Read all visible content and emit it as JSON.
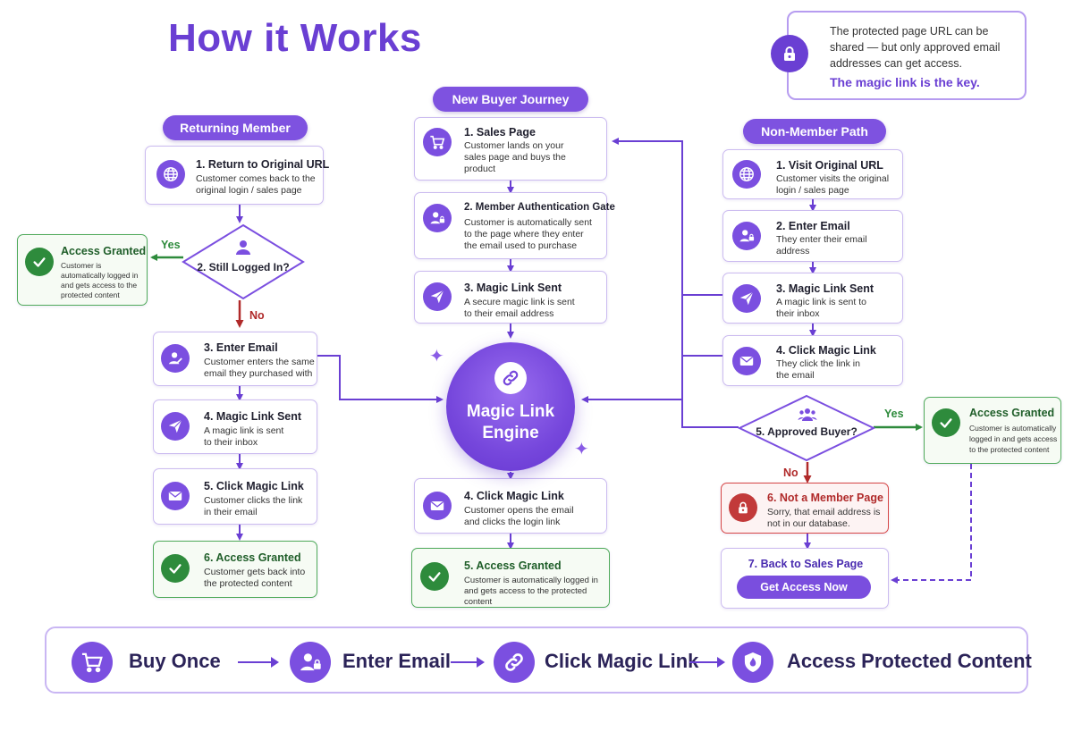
{
  "title": "How it Works",
  "info_box": {
    "text": "The protected page URL can be shared — but only approved email addresses can get access.",
    "emphasis": "The magic link is the key.",
    "icon": "lock-icon"
  },
  "colors": {
    "brand_purple": "#6a3fd3",
    "granted_green": "#2e8b3c",
    "denied_red": "#c23a3a"
  },
  "returning": {
    "header": "Returning Member",
    "step1": {
      "title": "1. Return to Original URL",
      "desc": "Customer comes back to the original login / sales page",
      "icon": "globe-icon"
    },
    "decision": {
      "label": "2. Still Logged In?",
      "icon": "user-icon",
      "yes": "Yes",
      "no": "No"
    },
    "granted": {
      "title": "Access Granted",
      "desc": "Customer is automatically logged in and gets access to the protected content",
      "icon": "check-icon"
    },
    "step3": {
      "title": "3. Enter Email",
      "desc": "Customer enters the same email they purchased with",
      "icon": "user-edit-icon"
    },
    "step4": {
      "title": "4. Magic Link Sent",
      "desc": "A magic link is sent to their inbox",
      "icon": "paper-plane-icon"
    },
    "step5": {
      "title": "5. Click Magic Link",
      "desc": "Customer clicks the link in their email",
      "icon": "envelope-icon"
    },
    "step6": {
      "title": "6. Access Granted",
      "desc": "Customer gets back into the protected content",
      "icon": "check-icon"
    }
  },
  "new_buyer": {
    "header": "New Buyer Journey",
    "step1": {
      "title": "1. Sales Page",
      "desc": "Customer lands on your sales page and buys the product",
      "icon": "cart-icon"
    },
    "step2": {
      "title": "2. Member Authentication Gate",
      "desc": "Customer is automatically sent to the page where they enter the email used to purchase",
      "icon": "user-lock-icon"
    },
    "step3": {
      "title": "3. Magic Link Sent",
      "desc": "A secure magic link is sent to their email address",
      "icon": "paper-plane-icon"
    },
    "engine": {
      "line1": "Magic Link",
      "line2": "Engine",
      "icon": "link-icon"
    },
    "step4": {
      "title": "4. Click Magic Link",
      "desc": "Customer opens the email and clicks the login link",
      "icon": "envelope-icon"
    },
    "step5": {
      "title": "5. Access Granted",
      "desc": "Customer is automatically logged in and gets access to the protected content",
      "icon": "check-icon"
    }
  },
  "non_member": {
    "header": "Non-Member Path",
    "step1": {
      "title": "1. Visit Original URL",
      "desc": "Customer visits the original login / sales page",
      "icon": "globe-icon"
    },
    "step2": {
      "title": "2. Enter Email",
      "desc": "They enter their email address",
      "icon": "user-lock-icon"
    },
    "step3": {
      "title": "3. Magic Link Sent",
      "desc": "A magic link is sent to their inbox",
      "icon": "paper-plane-icon"
    },
    "step4": {
      "title": "4. Click Magic Link",
      "desc": "They click the link in the email",
      "icon": "envelope-icon"
    },
    "decision": {
      "label": "5. Approved Buyer?",
      "icon": "users-icon",
      "yes": "Yes",
      "no": "No"
    },
    "granted": {
      "title": "Access Granted",
      "desc": "Customer is automatically logged in and gets access to the protected content",
      "icon": "check-icon"
    },
    "step6": {
      "title": "6. Not a Member Page",
      "desc": "Sorry, that email address is not in our database.",
      "icon": "lock-icon"
    },
    "step7": {
      "title": "7. Back to Sales Page",
      "button": "Get Access Now"
    }
  },
  "summary": [
    {
      "label": "Buy Once",
      "icon": "cart-icon"
    },
    {
      "label": "Enter Email",
      "icon": "user-lock-icon"
    },
    {
      "label": "Click Magic Link",
      "icon": "link-icon"
    },
    {
      "label": "Access Protected Content",
      "icon": "shield-icon"
    }
  ]
}
